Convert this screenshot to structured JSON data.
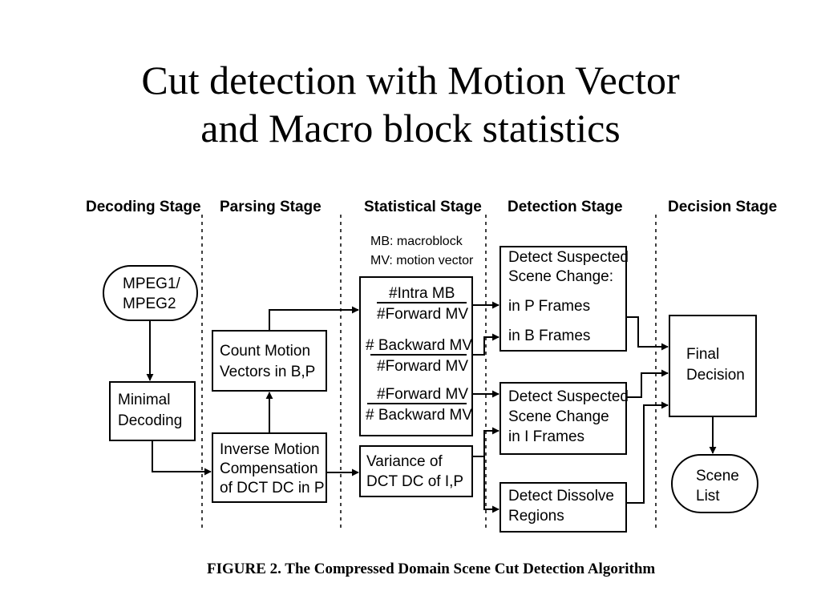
{
  "title": {
    "line1": "Cut detection with Motion Vector",
    "line2": "and Macro block statistics"
  },
  "stages": {
    "decoding": "Decoding Stage",
    "parsing": "Parsing Stage",
    "statistical": "Statistical Stage",
    "detection": "Detection Stage",
    "decision": "Decision Stage"
  },
  "nodes": {
    "mpeg": [
      "MPEG1/",
      "MPEG2"
    ],
    "minimal": [
      "Minimal",
      "Decoding"
    ],
    "count": [
      "Count Motion",
      "Vectors in B,P"
    ],
    "inverse": [
      "Inverse Motion",
      "Compensation",
      "of DCT DC in P"
    ],
    "variance": [
      "Variance of",
      "DCT DC of I,P"
    ],
    "suspected_pb": [
      "Detect Suspected",
      "Scene Change:",
      "in P Frames",
      "in B Frames"
    ],
    "suspected_i": [
      "Detect Suspected",
      "Scene Change",
      "in I Frames"
    ],
    "dissolve": [
      "Detect Dissolve",
      "Regions"
    ],
    "final": [
      "Final",
      "Decision"
    ],
    "scene_list": [
      "Scene",
      "List"
    ]
  },
  "legend": [
    "MB: macroblock",
    "MV: motion vector"
  ],
  "ratios": [
    {
      "numerator": "#Intra MB",
      "denominator": "#Forward MV"
    },
    {
      "numerator": "# Backward MV",
      "denominator": "#Forward MV"
    },
    {
      "numerator": "#Forward MV",
      "denominator": "# Backward MV"
    }
  ],
  "caption": "FIGURE 2.  The Compressed Domain Scene Cut Detection Algorithm"
}
